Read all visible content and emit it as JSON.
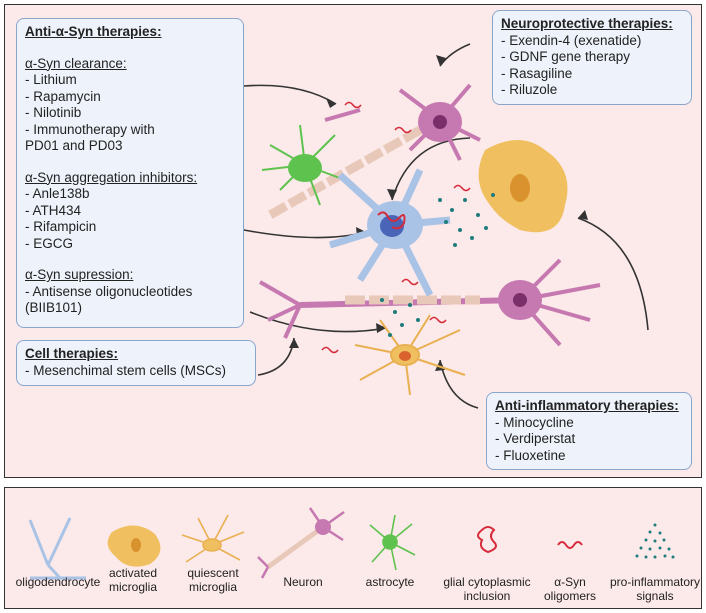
{
  "anti_syn": {
    "title": "Anti-α-Syn therapies:",
    "clearance": {
      "title": "α-Syn clearance:",
      "items": [
        "- Lithium",
        "- Rapamycin",
        "- Nilotinib",
        "- Immunotherapy with",
        "PD01 and PD03"
      ]
    },
    "aggregation": {
      "title": "α-Syn aggregation inhibitors:",
      "items": [
        "- Anle138b",
        "- ATH434",
        "- Rifampicin",
        "- EGCG"
      ]
    },
    "suppression": {
      "title": "α-Syn supression:",
      "items": [
        "- Antisense oligonucleotides",
        "(BIIB101)"
      ]
    }
  },
  "neuroprotective": {
    "title": "Neuroprotective therapies:",
    "items": [
      "- Exendin-4 (exenatide)",
      "- GDNF gene therapy",
      "- Rasagiline",
      "- Riluzole"
    ]
  },
  "cell": {
    "title": "Cell therapies:",
    "items": [
      "- Mesenchimal stem cells (MSCs)"
    ]
  },
  "anti_inflammatory": {
    "title": "Anti-inflammatory therapies:",
    "items": [
      "- Minocycline",
      "- Verdiperstat",
      "- Fluoxetine"
    ]
  },
  "legend": [
    {
      "line1": "oligodendrocyte",
      "line2": ""
    },
    {
      "line1": "activated",
      "line2": "microglia"
    },
    {
      "line1": "quiescent",
      "line2": "microglia"
    },
    {
      "line1": "Neuron",
      "line2": ""
    },
    {
      "line1": "astrocyte",
      "line2": ""
    },
    {
      "line1": "glial cytoplasmic",
      "line2": "inclusion"
    },
    {
      "line1": "α-Syn",
      "line2": "oligomers"
    },
    {
      "line1": "pro-inflammatory",
      "line2": "signals"
    }
  ],
  "colors": {
    "oligodendrocyte": "#a9c3e6",
    "microglia": "#f0c060",
    "neuron": "#c678b0",
    "astrocyte": "#5ec34e",
    "inclusion": "#d62b3a",
    "signals": "#1f7c7c",
    "box_border": "#8aa6cc",
    "panel_bg": "#fce9e9"
  }
}
